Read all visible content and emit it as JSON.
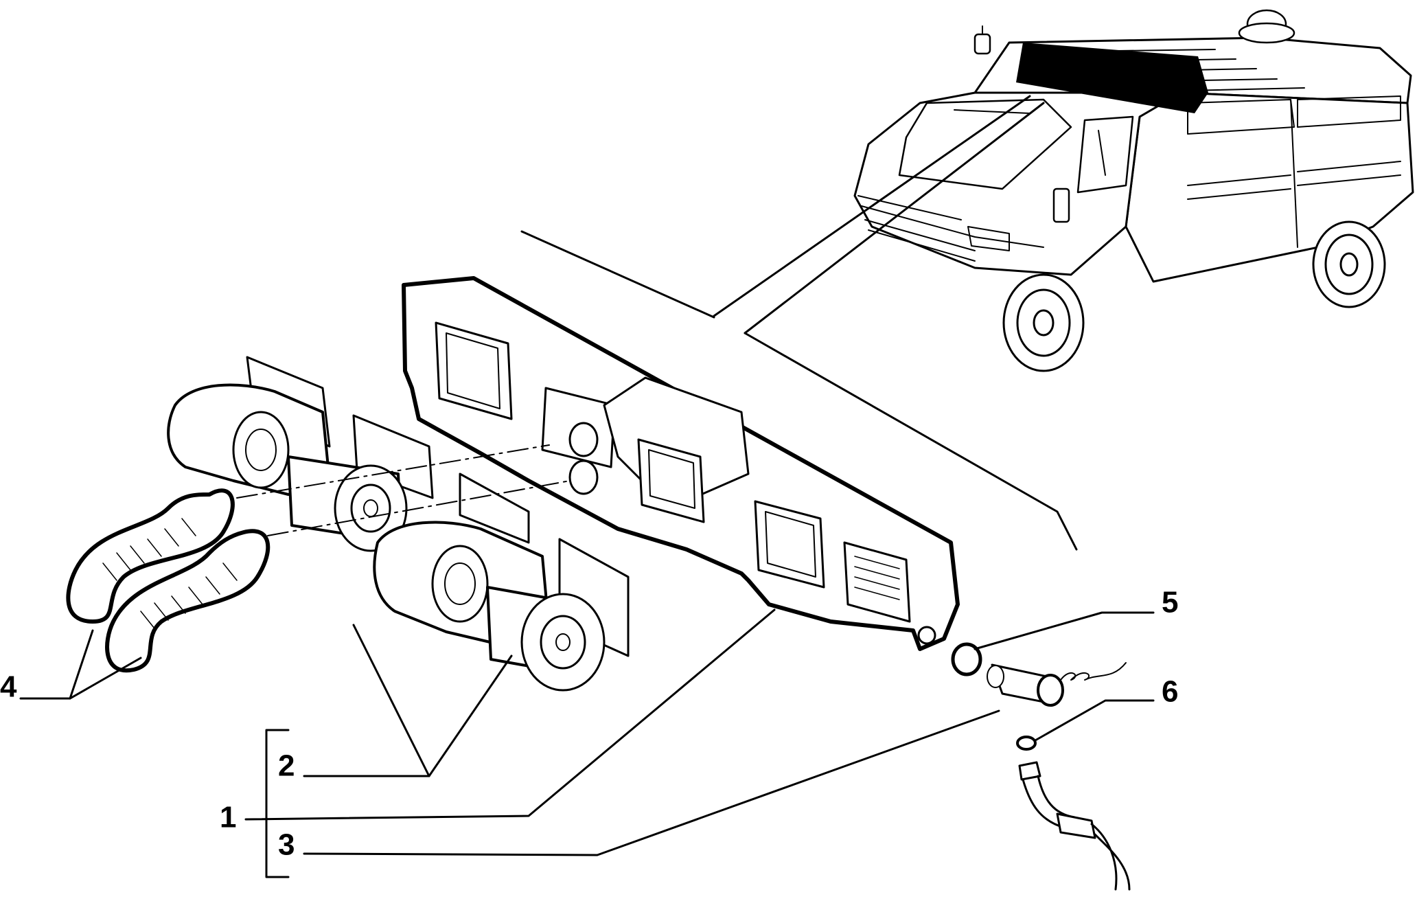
{
  "callouts": {
    "c1": "1",
    "c2": "2",
    "c3": "3",
    "c4": "4",
    "c5": "5",
    "c6": "6"
  },
  "colors": {
    "ink": "#000000",
    "background": "#ffffff"
  }
}
